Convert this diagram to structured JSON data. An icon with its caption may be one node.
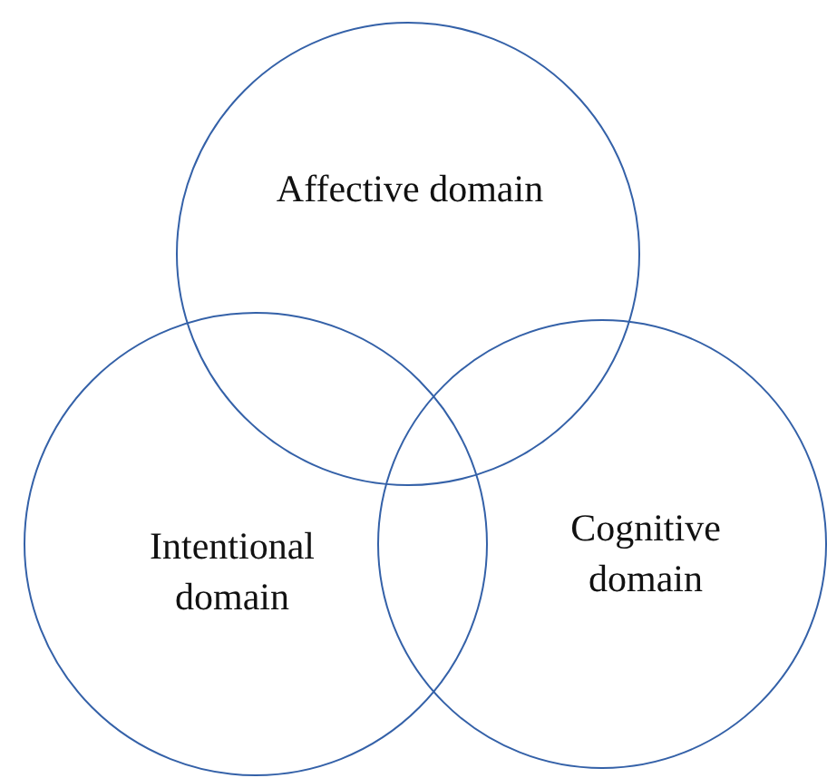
{
  "diagram": {
    "nodes": [
      {
        "text": [
          "Affective domain"
        ]
      },
      {
        "text": [
          "Intentional domain"
        ]
      },
      {
        "text": [
          "Cognitive domain"
        ]
      }
    ]
  }
}
